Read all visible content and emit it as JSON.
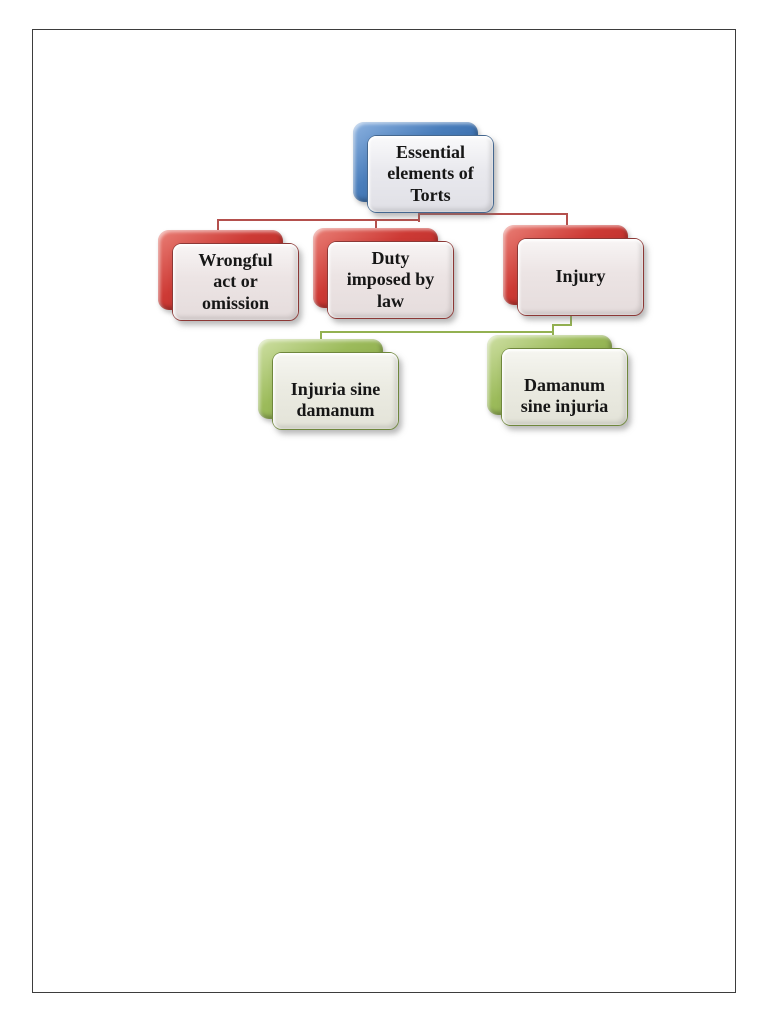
{
  "diagram": {
    "root": {
      "label": "Essential\nelements of\nTorts"
    },
    "children": [
      {
        "label": "Wrongful\nact or\nomission"
      },
      {
        "label": "Duty\nimposed by\nlaw"
      },
      {
        "label": "Injury"
      }
    ],
    "injury_children": [
      {
        "label": "Injuria sine\ndamanum"
      },
      {
        "label": "Damanum\nsine injuria"
      }
    ],
    "colors": {
      "root_shape": "#4a7ebc",
      "level2_shape": "#cd3a35",
      "level3_shape": "#9cbb5b",
      "card_fill": "#eae6e6",
      "connector_level2": "#b4504d",
      "connector_level3": "#93b151",
      "page_border": "#3d3d3d",
      "text": "#161616"
    }
  }
}
